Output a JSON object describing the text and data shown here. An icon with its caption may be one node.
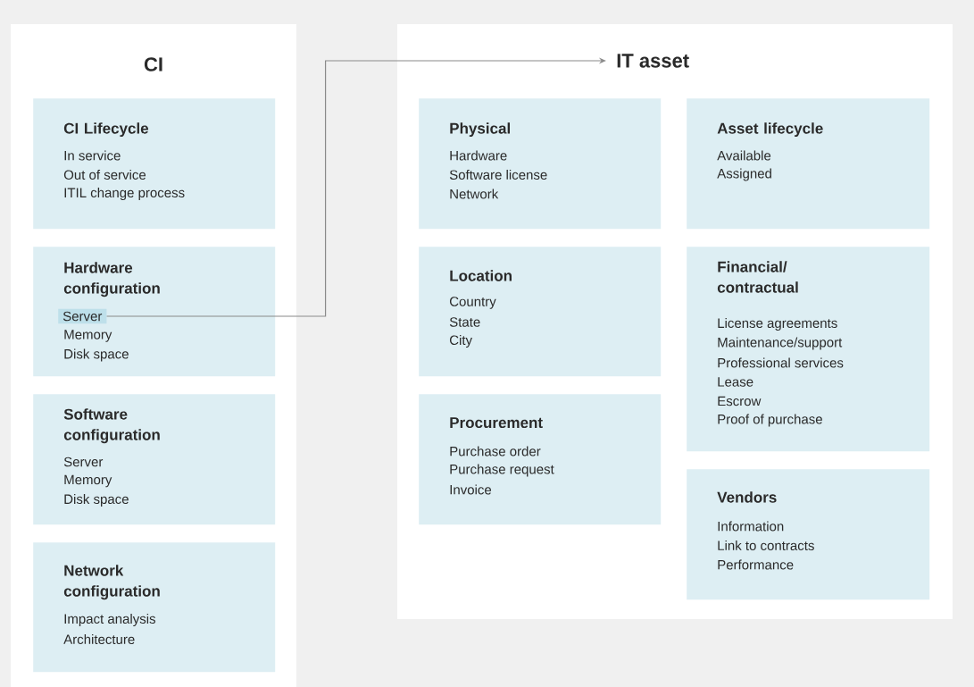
{
  "diagram": {
    "nodes": [
      {
        "text": [
          "CI"
        ]
      },
      {
        "text": [
          "CI Lifecycle",
          "In service",
          "Out of service",
          "ITIL change process"
        ],
        "in": 0
      },
      {
        "text": [
          "Hardware configuration",
          "Memory",
          "Disk space"
        ],
        "in": 0
      },
      {
        "text": [
          "Server"
        ],
        "in": 2
      },
      {
        "text": [
          "Software configuration",
          "Server",
          "Memory",
          "Disk space"
        ],
        "in": 0
      },
      {
        "text": [
          "Network configuration",
          "Impact analysis",
          "Architecture"
        ],
        "in": 0
      },
      {
        "text": [
          "IT asset"
        ]
      },
      {
        "text": [
          "Physical",
          "Hardware",
          "Software license",
          "Network"
        ],
        "in": 6
      },
      {
        "text": [
          "Asset lifecycle",
          "Available",
          "Assigned"
        ],
        "in": 6
      },
      {
        "text": [
          "Location",
          "Country",
          "State",
          "City"
        ],
        "in": 6
      },
      {
        "text": [
          "Financial/ contractual",
          "License agreements",
          "Maintenance/support",
          "Professional services",
          "Lease",
          "Escrow",
          "Proof of purchase"
        ],
        "in": 6
      },
      {
        "text": [
          "Procurement",
          "Purchase order",
          "Purchase request",
          "Invoice"
        ],
        "in": 6
      },
      {
        "text": [
          "Vendors",
          "Information",
          "Link to contracts",
          "Performance"
        ],
        "in": 6
      }
    ],
    "edges": [
      {
        "from": 3,
        "to": 6,
        "arrow": "to"
      }
    ]
  }
}
